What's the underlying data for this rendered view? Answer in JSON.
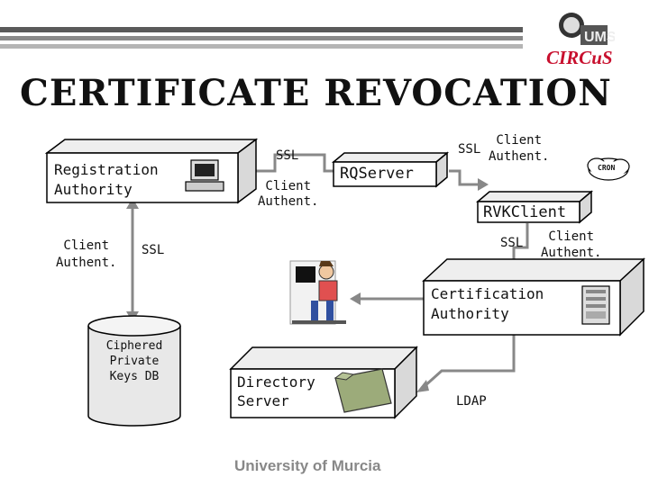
{
  "header": {
    "title": "CERTIFICATE REVOCATION",
    "logo_text": "CIRCuS"
  },
  "boxes": {
    "registration_authority": "Registration\nAuthority",
    "rqserver": "RQServer",
    "rvkclient": "RVKClient",
    "certification_authority": "Certification\nAuthority",
    "directory_server": "Directory\nServer",
    "database": "Ciphered\nPrivate\nKeys DB"
  },
  "labels": {
    "ssl_rqserver": "SSL",
    "client_authent_rqserver": "Client\nAuthent.",
    "ssl_top_right": "SSL",
    "client_authent_top_right": "Client\nAuthent.",
    "cron": "CRON",
    "ssl_ra": "SSL",
    "client_authent_ra": "Client\nAuthent.",
    "ssl_ca": "SSL",
    "client_authent_ca": "Client\nAuthent.",
    "ldap": "LDAP"
  },
  "footer": {
    "text": "University of Murcia"
  }
}
